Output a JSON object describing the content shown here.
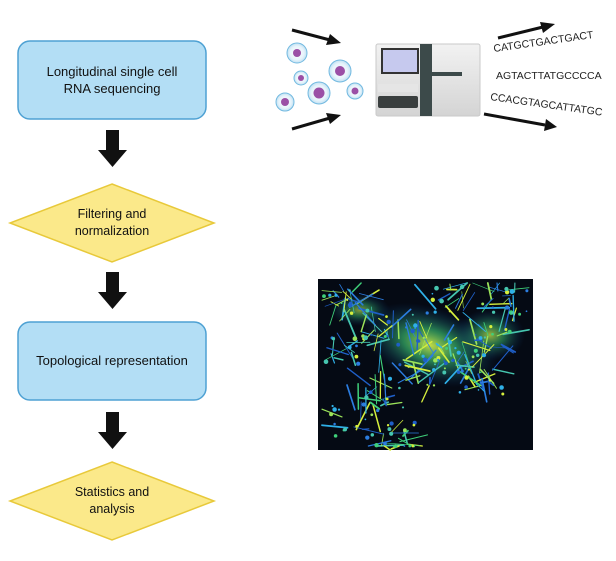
{
  "flowchart": {
    "step1": {
      "line1": "Longitudinal single cell",
      "line2": "RNA sequencing"
    },
    "step2": {
      "line1": "Filtering and",
      "line2": "normalization"
    },
    "step3": {
      "line1": "Topological representation"
    },
    "step4": {
      "line1": "Statistics and",
      "line2": "analysis"
    }
  },
  "sequencing_output": {
    "reads": [
      "CATGCTGACTGACT",
      "AGTACTTATGCCCCA",
      "CCACGTAGCATTATGC"
    ]
  },
  "colors": {
    "box_fill": "#b3def5",
    "box_stroke": "#4ea1d3",
    "diamond_fill": "#fbe98a",
    "diamond_stroke": "#e8c93a",
    "arrow": "#111111",
    "cell_nucleus": "#9b4fa6",
    "cell_outline": "#72b9e0",
    "network_bg": "#050a14"
  }
}
